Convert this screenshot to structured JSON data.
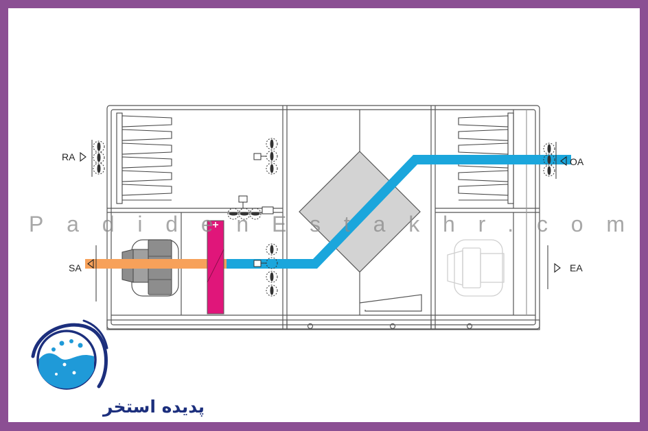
{
  "labels": {
    "ra": "RA",
    "sa": "SA",
    "oa": "OA",
    "ea": "EA"
  },
  "watermark": "PadidenEstakhr.com",
  "brand": {
    "name": "پدیده استخر"
  },
  "colors": {
    "frame": "#8b4f93",
    "cold_duct": "#1ba6dc",
    "warm_duct": "#f7a15a",
    "heater": "#e0167a",
    "fan": "#8d8d8d",
    "heat_exchanger": "#d3d3d3",
    "logo_blue": "#1c2f7d",
    "logo_water": "#1f9ad8"
  },
  "icons": [
    "damper-icon",
    "actuator-icon",
    "filter-icon",
    "fan-icon",
    "heater-icon",
    "heat-exchanger-icon",
    "arrow-icon",
    "water-drop-icon"
  ]
}
